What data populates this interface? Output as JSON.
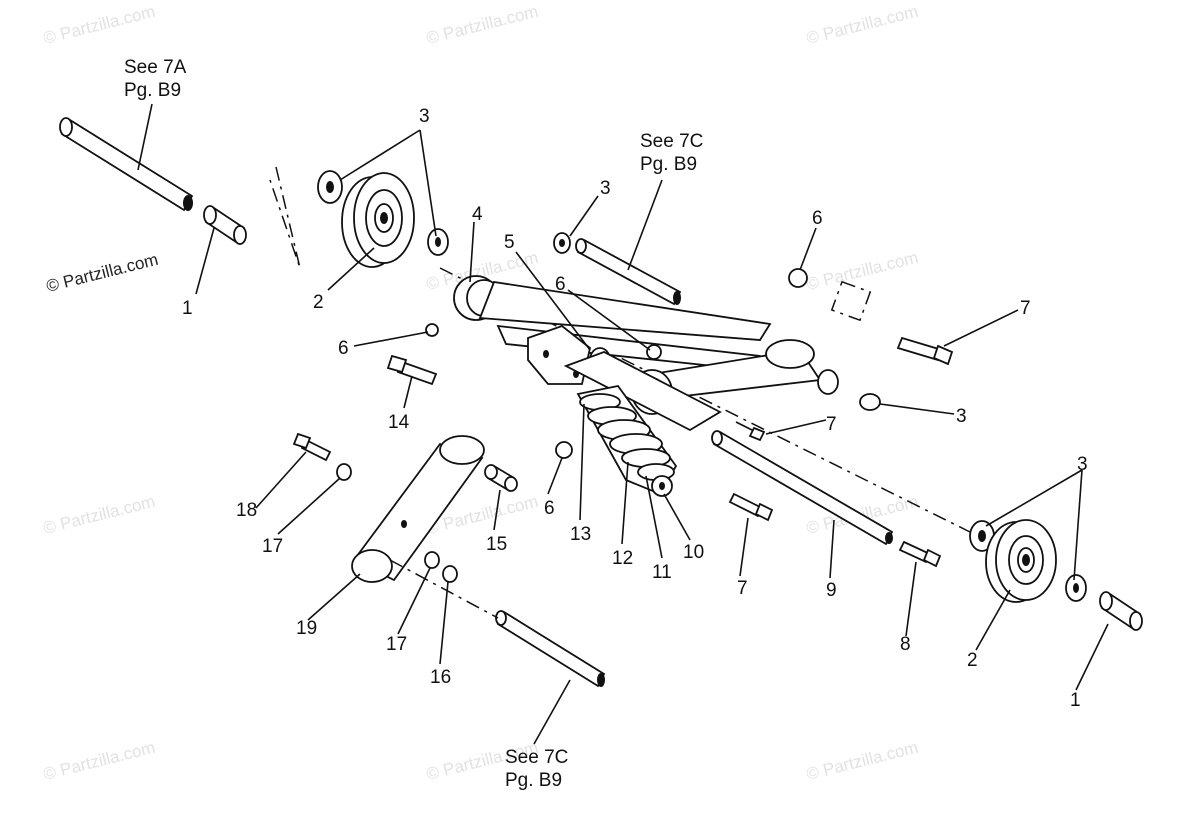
{
  "references": {
    "ref_7a": {
      "line1": "See 7A",
      "line2": "Pg. B9"
    },
    "ref_7c_top": {
      "line1": "See 7C",
      "line2": "Pg. B9"
    },
    "ref_7c_bottom": {
      "line1": "See 7C",
      "line2": "Pg. B9"
    }
  },
  "watermark": "© Partzilla.com",
  "callouts": {
    "c1_left": "1",
    "c1_right": "1",
    "c2_left": "2",
    "c2_right": "2",
    "c3_topleft": "3",
    "c3_mid": "3",
    "c3_right": "3",
    "c3_lowright": "3",
    "c4": "4",
    "c5": "5",
    "c6_left": "6",
    "c6_mid": "6",
    "c6_top": "6",
    "c6_low": "6",
    "c7_top": "7",
    "c7_mid": "7",
    "c7_low": "7",
    "c8": "8",
    "c9": "9",
    "c10": "10",
    "c11": "11",
    "c12": "12",
    "c13": "13",
    "c14": "14",
    "c15": "15",
    "c16": "16",
    "c17_left": "17",
    "c17_low": "17",
    "c18": "18",
    "c19": "19"
  }
}
